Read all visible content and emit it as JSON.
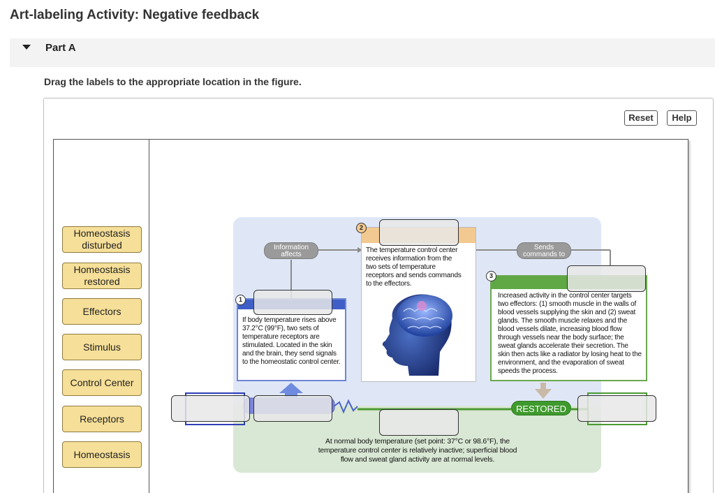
{
  "page": {
    "title": "Art-labeling Activity: Negative feedback"
  },
  "part": {
    "label": "Part A",
    "instruction": "Drag the labels to the appropriate location in the figure."
  },
  "toolbar": {
    "reset_label": "Reset",
    "help_label": "Help"
  },
  "labels": [
    "Homeostasis disturbed",
    "Homeostasis restored",
    "Effectors",
    "Stimulus",
    "Control Center",
    "Receptors",
    "Homeostasis"
  ],
  "diagram": {
    "step_numbers": [
      "1",
      "2",
      "3"
    ],
    "pill_information_affects": "Information affects",
    "pill_sends_commands_to": "Sends commands to",
    "restored_label": "RESTORED",
    "card_receptors_text": "If body temperature rises above 37.2°C (99°F), two sets of temperature receptors are stimulated. Located in the skin and the brain, they send signals to the homeostatic control center.",
    "card_control_text": "The temperature control center receives information from the two sets of temperature receptors and sends commands to the effectors.",
    "card_effectors_text": "Increased activity in the control center targets two effectors: (1) smooth muscle in the walls of blood vessels supplying the skin and (2) sweat glands. The smooth muscle relaxes and the blood vessels dilate, increasing blood flow through vessels near the body surface; the sweat glands accelerate their secretion. The skin then acts like a radiator by losing heat to the environment, and the evaporation of sweat speeds the process.",
    "bottom_text": "At normal body temperature (set point: 37°C or 98.6°F), the temperature control center is relatively inactive; superficial blood flow and sweat gland activity are at normal levels.",
    "icons": [
      "human-head-brain-icon",
      "arrow-up-icon",
      "arrow-down-icon"
    ]
  }
}
